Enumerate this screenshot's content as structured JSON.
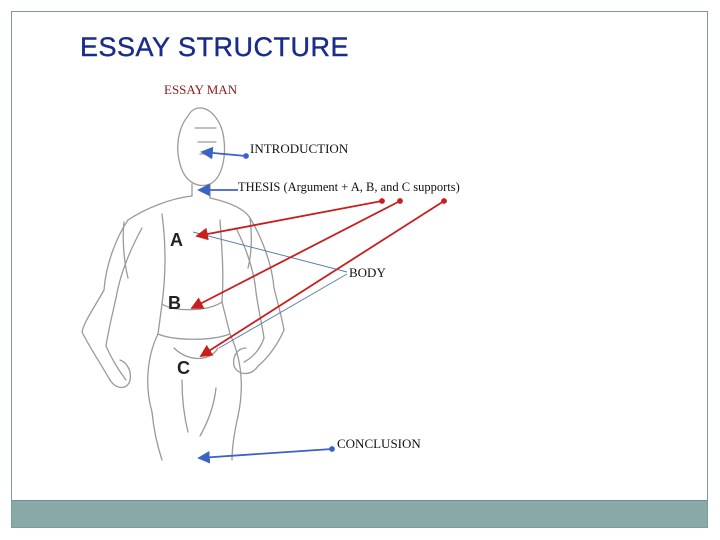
{
  "title": "ESSAY  STRUCTURE",
  "subtitle": "ESSAY MAN",
  "labels": {
    "introduction": "INTRODUCTION",
    "thesis": "THESIS (Argument + A, B, and C supports)",
    "body": "BODY",
    "conclusion": "CONCLUSION"
  },
  "letters": {
    "a": "A",
    "b": "B",
    "c": "C"
  },
  "colors": {
    "title": "#1a2d8a",
    "subtitle": "#8b1a1a",
    "blue_arrow": "#3b63c4",
    "red_arrow": "#c81e1e",
    "body_line": "#5a7fae",
    "figure": "#9a9a9a",
    "footer_bar": "#89a9a9"
  }
}
